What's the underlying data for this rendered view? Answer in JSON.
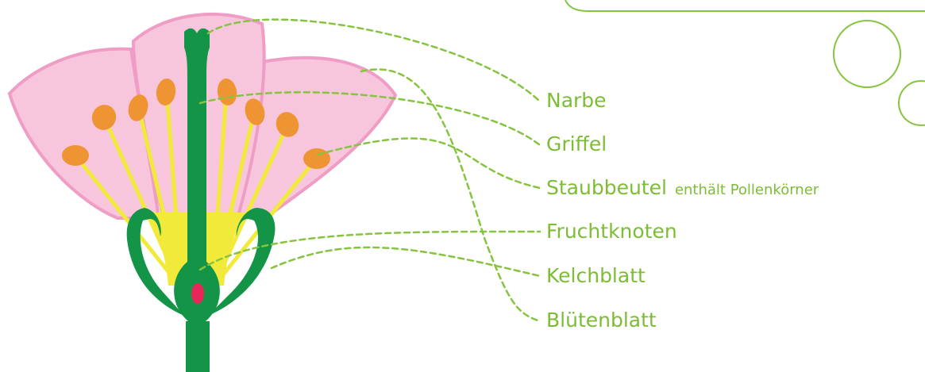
{
  "diagram": {
    "labels": [
      {
        "id": "narbe",
        "text": "Narbe"
      },
      {
        "id": "griffel",
        "text": "Griffel"
      },
      {
        "id": "staubbeutel",
        "text": "Staubbeutel",
        "note": "enthält Pollenkörner"
      },
      {
        "id": "fruchtknoten",
        "text": "Fruchtknoten"
      },
      {
        "id": "kelchblatt",
        "text": "Kelchblatt"
      },
      {
        "id": "bluetenblatt",
        "text": "Blütenblatt"
      }
    ]
  },
  "colors": {
    "petal_fill": "#f7c6dc",
    "petal_stroke": "#ef9dc4",
    "stem_green": "#139447",
    "stamen_yellow": "#f2ea3a",
    "anther_orange": "#ef9433",
    "ovule_red": "#e8265a",
    "leader_line": "#86c440",
    "label_text": "#7cbd35"
  }
}
